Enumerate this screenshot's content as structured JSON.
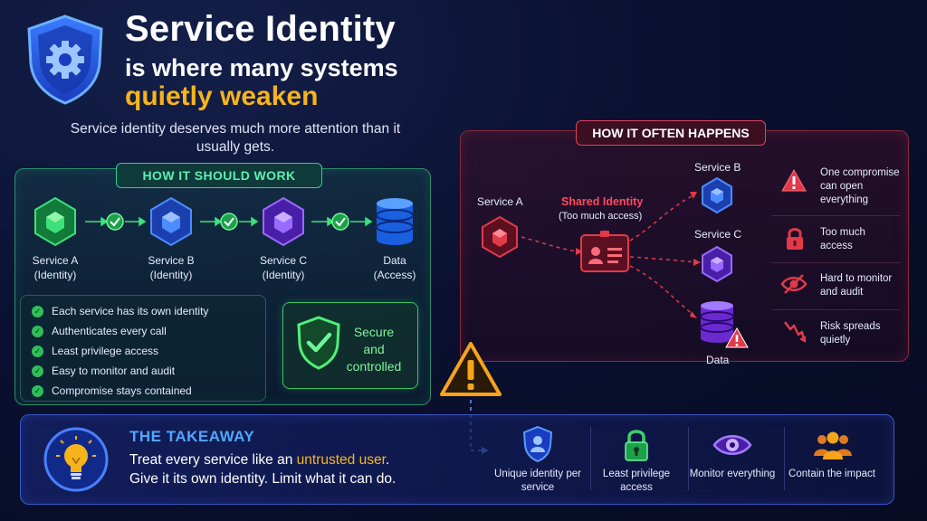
{
  "header": {
    "title_line1": "Service Identity",
    "title_line2": "is where many systems",
    "title_line3": "quietly weaken",
    "subtitle": "Service identity deserves much more attention than it usually gets."
  },
  "should_work": {
    "label": "HOW IT SHOULD WORK",
    "nodes": [
      {
        "name": "Service A",
        "sub": "(Identity)"
      },
      {
        "name": "Service B",
        "sub": "(Identity)"
      },
      {
        "name": "Service C",
        "sub": "(Identity)"
      },
      {
        "name": "Data",
        "sub": "(Access)"
      }
    ],
    "checklist": [
      "Each service has its own identity",
      "Authenticates every call",
      "Least privilege access",
      "Easy to monitor and audit",
      "Compromise stays contained"
    ],
    "secure_label": "Secure and controlled"
  },
  "often_happens": {
    "label": "HOW IT OFTEN HAPPENS",
    "service_a": "Service A",
    "shared_identity": "Shared Identity",
    "shared_sub": "(Too much access)",
    "service_b": "Service B",
    "service_c": "Service C",
    "data": "Data",
    "risks": [
      {
        "icon": "warning-triangle-icon",
        "text": "One compromise can open everything"
      },
      {
        "icon": "lock-icon",
        "text": "Too much access"
      },
      {
        "icon": "eye-slash-icon",
        "text": "Hard to monitor and audit"
      },
      {
        "icon": "trend-down-icon",
        "text": "Risk spreads quietly"
      }
    ]
  },
  "takeaway": {
    "title": "THE TAKEAWAY",
    "line1_before": "Treat every service like an ",
    "line1_highlight": "untrusted user",
    "line1_after": ".",
    "line2": "Give it its own identity. Limit what it can do.",
    "features": [
      {
        "icon": "user-shield-icon",
        "text": "Unique identity per service"
      },
      {
        "icon": "padlock-icon",
        "text": "Least privilege access"
      },
      {
        "icon": "eye-icon",
        "text": "Monitor everything"
      },
      {
        "icon": "group-icon",
        "text": "Contain the impact"
      }
    ]
  },
  "colors": {
    "accent_yellow": "#f6b41c",
    "good_green": "#2fd08f",
    "bad_red": "#e04060",
    "takeaway_blue": "#4fa8ff"
  }
}
